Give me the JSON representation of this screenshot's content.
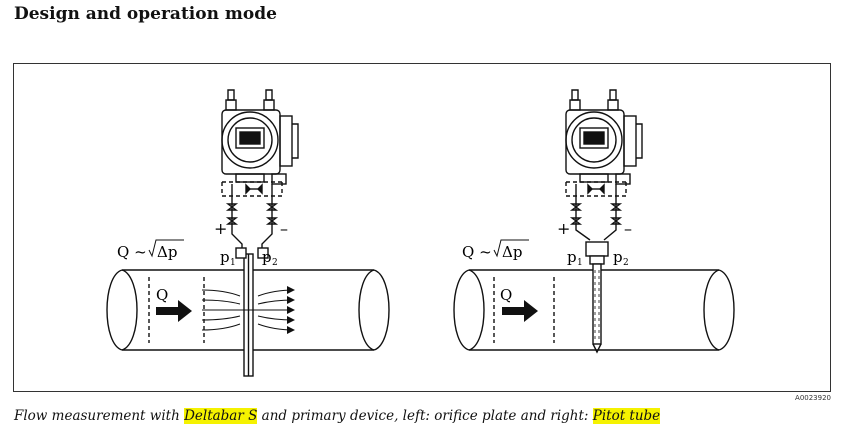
{
  "heading": "Design and operation mode",
  "figure_code": "A0023920",
  "caption": {
    "part1": "Flow measurement with ",
    "highlight1": "Deltabar S",
    "part2": " and primary device, left: orifice plate and right: ",
    "highlight2": "Pitot tube"
  },
  "left": {
    "formula_q": "Q ~",
    "formula_dp": "Δp",
    "p1": "p",
    "p1_sub": "1",
    "p2": "p",
    "p2_sub": "2",
    "plus": "+",
    "minus": "–",
    "flow_label": "Q"
  },
  "right": {
    "formula_q": "Q ~",
    "formula_dp": "Δp",
    "p1": "p",
    "p1_sub": "1",
    "p2": "p",
    "p2_sub": "2",
    "plus": "+",
    "minus": "–",
    "flow_label": "Q"
  }
}
